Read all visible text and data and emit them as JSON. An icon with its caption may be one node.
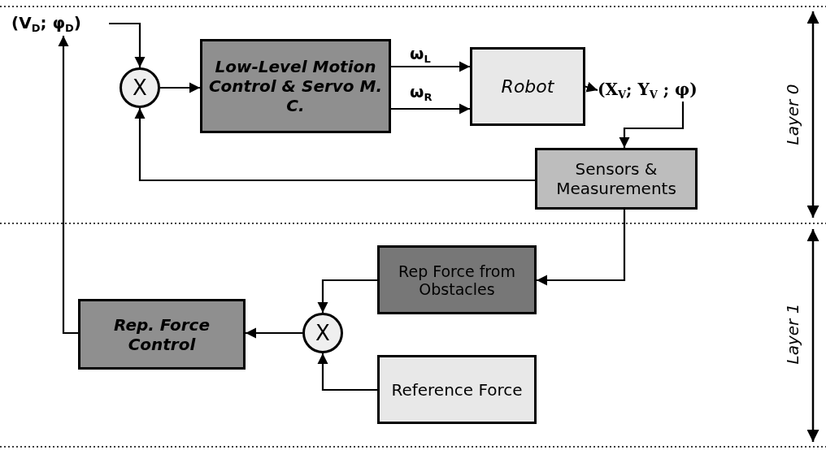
{
  "diagram": {
    "nodes": [
      {
        "text": [
          "(V$_{D}$; φ$_{D}$)"
        ]
      },
      {
        "text": [
          "X"
        ]
      },
      {
        "text": [
          "Low-Level Motion Control & Servo M. C."
        ]
      },
      {
        "text": [
          "Robot"
        ]
      },
      {
        "text": [
          "(X$_{V}$; Y$_{V}$ ; φ)"
        ]
      },
      {
        "text": [
          "Sensors & Measurements"
        ]
      },
      {
        "text": [
          "Rep Force from Obstacles"
        ]
      },
      {
        "text": [
          "X"
        ]
      },
      {
        "text": [
          "Rep. Force Control"
        ]
      },
      {
        "text": [
          "Reference Force"
        ]
      }
    ],
    "edges": [
      {
        "from": 0,
        "to": 1,
        "arrow": "to"
      },
      {
        "from": 1,
        "to": 2,
        "arrow": "to"
      },
      {
        "from": 2,
        "to": 3,
        "arrow": "to",
        "label": "ω$_{L}$"
      },
      {
        "from": 2,
        "to": 3,
        "arrow": "to",
        "label": "ω$_{R}$"
      },
      {
        "from": 3,
        "to": 4,
        "arrow": "to"
      },
      {
        "from": 4,
        "to": 5,
        "arrow": "to"
      },
      {
        "from": 5,
        "to": 1,
        "arrow": "to"
      },
      {
        "from": 5,
        "to": 6,
        "arrow": "to"
      },
      {
        "from": 6,
        "to": 7,
        "arrow": "to"
      },
      {
        "from": 9,
        "to": 7,
        "arrow": "to"
      },
      {
        "from": 7,
        "to": 8,
        "arrow": "to"
      },
      {
        "from": 8,
        "to": 0,
        "arrow": "to"
      }
    ],
    "labels": [
      "Layer 0",
      "Layer 1"
    ]
  }
}
